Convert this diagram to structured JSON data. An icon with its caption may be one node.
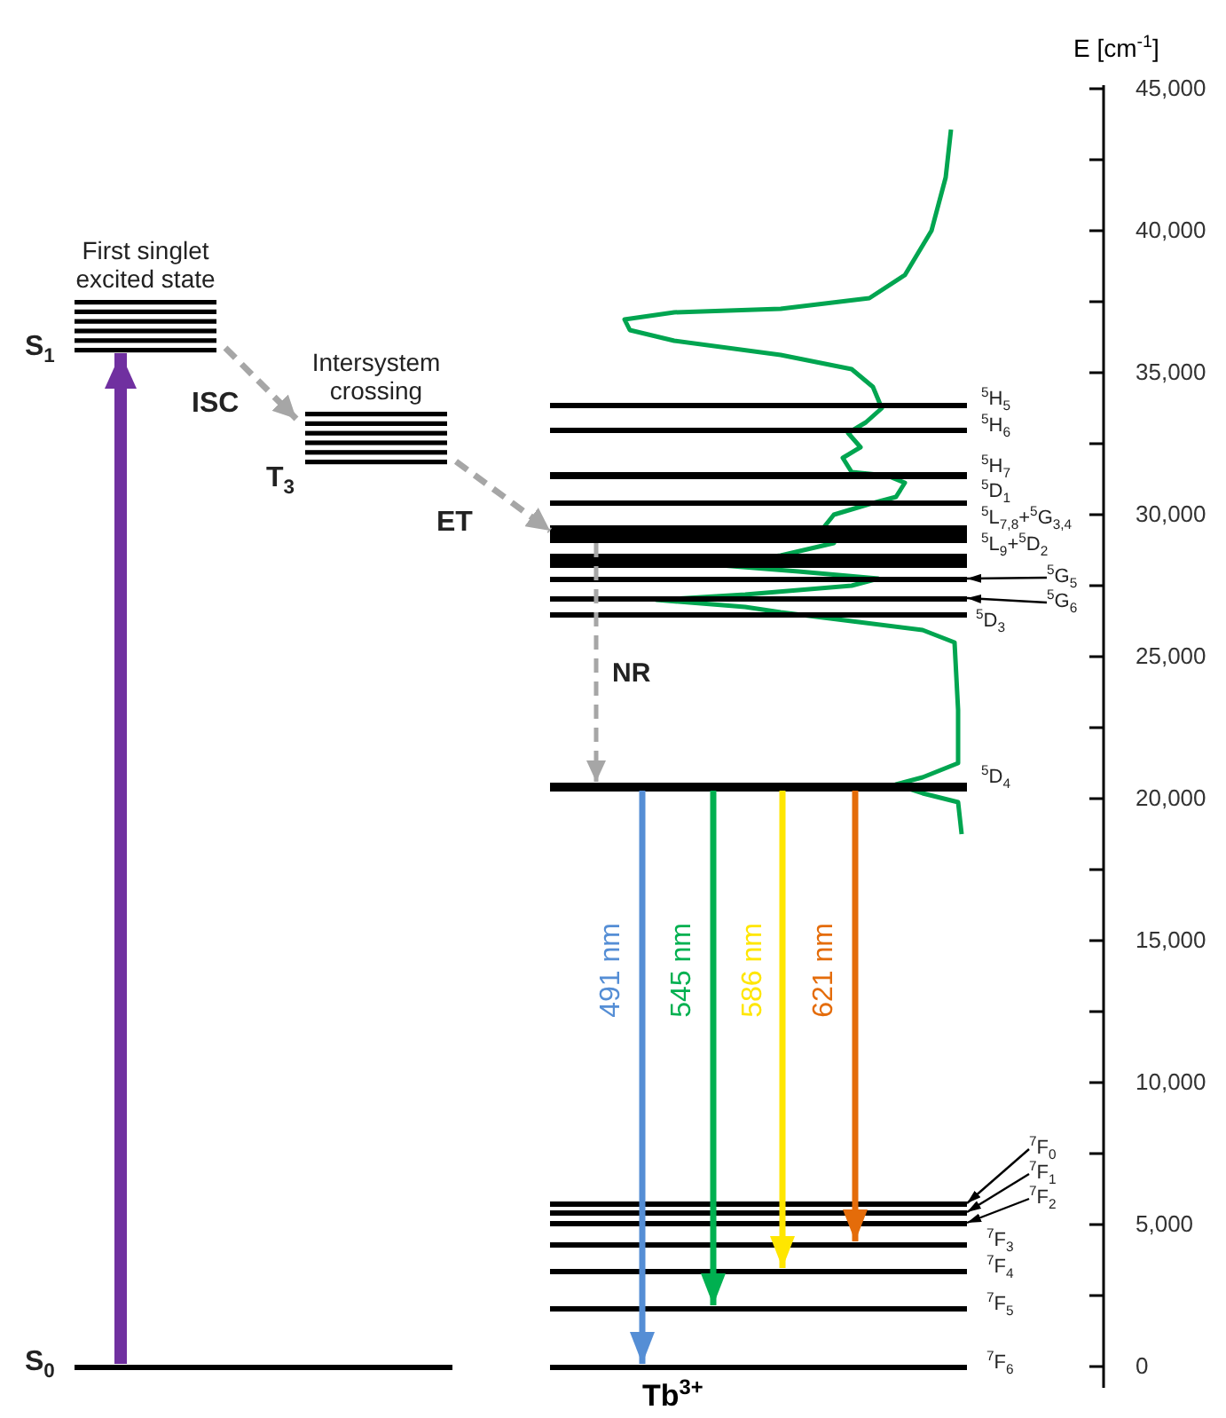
{
  "diagram": {
    "nodes": [
      {
        "text": [
          "First singlet excited state"
        ],
        "beside": [
          "S$_{1}$"
        ]
      },
      {
        "text": [
          "Intersystem crossing"
        ],
        "beside": [
          "T$_{3}$"
        ]
      },
      {
        "text": [],
        "shape": "bar",
        "beside": [
          "S$_{0}$"
        ]
      },
      {
        "text": [],
        "shape": "bar",
        "beside": [
          "$^{5}$H$_{5}$"
        ]
      },
      {
        "text": [],
        "shape": "bar",
        "beside": [
          "$^{5}$H$_{6}$"
        ]
      },
      {
        "text": [],
        "shape": "bar",
        "beside": [
          "$^{5}$H$_{7}$"
        ]
      },
      {
        "text": [],
        "shape": "bar",
        "beside": [
          "$^{5}$D$_{1}$"
        ]
      },
      {
        "text": [],
        "shape": "bar",
        "beside": [
          "$^{5}$L$_{7,8}$+$^{5}$G$_{3,4}$"
        ]
      },
      {
        "text": [],
        "shape": "bar",
        "beside": [
          "$^{5}$L$_{9}$+$^{5}$D$_{2}$"
        ]
      },
      {
        "text": [],
        "shape": "bar"
      },
      {
        "text": [],
        "shape": "bar"
      },
      {
        "text": [],
        "shape": "bar",
        "beside": [
          "$^{5}$D$_{3}$"
        ]
      },
      {
        "text": [],
        "shape": "bar",
        "beside": [
          "$^{5}$D$_{4}$"
        ]
      },
      {
        "text": [],
        "shape": "bar"
      },
      {
        "text": [],
        "shape": "bar"
      },
      {
        "text": [],
        "shape": "bar"
      },
      {
        "text": [],
        "shape": "bar",
        "beside": [
          "$^{7}$F$_{3}$"
        ]
      },
      {
        "text": [],
        "shape": "bar",
        "beside": [
          "$^{7}$F$_{4}$"
        ]
      },
      {
        "text": [],
        "shape": "bar",
        "beside": [
          "$^{7}$F$_{5}$"
        ]
      },
      {
        "text": [],
        "shape": "bar",
        "beside": [
          "$^{7}$F$_{6}$"
        ]
      },
      {
        "text": [
          "$^{5}$G$_{5}$"
        ]
      },
      {
        "text": [
          "$^{5}$G$_{6}$"
        ]
      },
      {
        "text": [
          "$^{7}$F$_{0}$"
        ]
      },
      {
        "text": [
          "$^{7}$F$_{1}$"
        ]
      },
      {
        "text": [
          "$^{7}$F$_{2}$"
        ]
      }
    ],
    "edges": [
      {
        "from": 2,
        "to": 0,
        "arrow": "to",
        "style": "thick",
        "color": "#7030a0"
      },
      {
        "from": 0,
        "to": 1,
        "arrow": "to",
        "label": "ISC",
        "style": "dashed",
        "color": "#a6a6a6"
      },
      {
        "from": 1,
        "to": 7,
        "arrow": "to",
        "label": "ET",
        "style": "dashed",
        "color": "#a6a6a6"
      },
      {
        "from": 7,
        "to": 12,
        "arrow": "to",
        "label": "NR",
        "style": "dashed",
        "color": "#a6a6a6"
      },
      {
        "from": 12,
        "to": 19,
        "arrow": "to",
        "label": "491 nm",
        "color": "#558ed5"
      },
      {
        "from": 12,
        "to": 18,
        "arrow": "to",
        "label": "545 nm",
        "color": "#00b050"
      },
      {
        "from": 12,
        "to": 17,
        "arrow": "to",
        "label": "586 nm",
        "color": "#ffe600"
      },
      {
        "from": 12,
        "to": 16,
        "arrow": "to",
        "label": "621 nm",
        "color": "#e46c0a"
      },
      {
        "from": 20,
        "to": 9,
        "arrow": "to"
      },
      {
        "from": 21,
        "to": 10,
        "arrow": "to"
      },
      {
        "from": 22,
        "to": 13,
        "arrow": "to"
      },
      {
        "from": 23,
        "to": 14,
        "arrow": "to"
      },
      {
        "from": 24,
        "to": 15,
        "arrow": "to"
      }
    ],
    "labels": [
      "E [cm$^{-1}$]",
      "45,000",
      "40,000",
      "35,000",
      "30,000",
      "25,000",
      "20,000",
      "15,000",
      "10,000",
      "5,000",
      "0",
      "Tb$^{3+}$"
    ]
  }
}
